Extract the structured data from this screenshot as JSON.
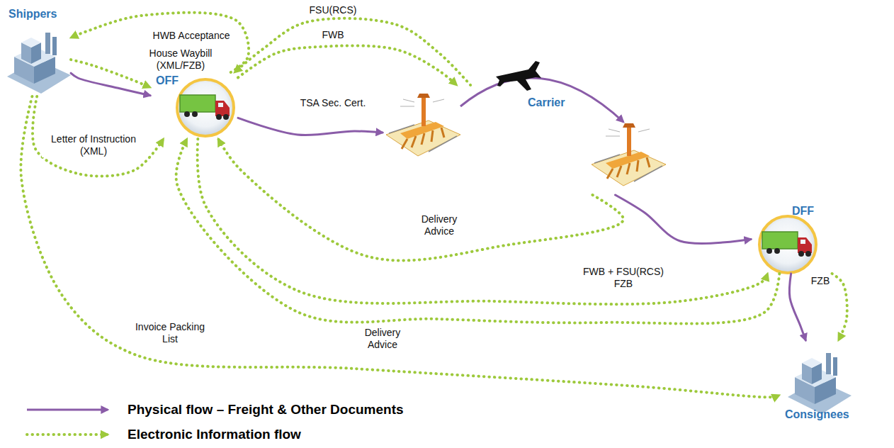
{
  "diagram": {
    "nodes": [
      {
        "text": [
          "Shippers"
        ]
      },
      {
        "text": [
          "OFF"
        ]
      },
      {
        "text": [
          "Carrier"
        ]
      },
      {
        "text": [
          "DFF"
        ]
      },
      {
        "text": [
          "Consignees"
        ]
      }
    ],
    "edges": [
      {
        "from": 0,
        "to": 1,
        "arrow": "to"
      },
      {
        "from": 1,
        "to": 2,
        "arrow": "to",
        "label": "TSA Sec. Cert."
      },
      {
        "from": 2,
        "to": 3,
        "arrow": "to"
      },
      {
        "from": 3,
        "to": 4,
        "arrow": "to"
      },
      {
        "from": 1,
        "to": 0,
        "arrow": "to",
        "label": "HWB Acceptance"
      },
      {
        "from": 0,
        "to": 1,
        "arrow": "to",
        "label": "House Waybill (XML/FZB)"
      },
      {
        "from": 2,
        "to": 1,
        "arrow": "to",
        "label": "FSU(RCS)"
      },
      {
        "from": 1,
        "to": 2,
        "arrow": "to",
        "label": "FWB"
      },
      {
        "from": 0,
        "to": 1,
        "arrow": "to",
        "label": "Letter of Instruction (XML)"
      },
      {
        "from": 2,
        "to": 1,
        "arrow": "to",
        "label": "Delivery Advice"
      },
      {
        "from": 1,
        "to": 3,
        "arrow": "to",
        "label": "FWB + FSU(RCS) FZB"
      },
      {
        "from": 3,
        "to": 1,
        "arrow": "to",
        "label": "Delivery Advice"
      },
      {
        "from": 3,
        "to": 4,
        "arrow": "to",
        "label": "FZB"
      },
      {
        "from": 0,
        "to": 4,
        "arrow": "to",
        "label": "Invoice Packing List"
      }
    ],
    "legend": [
      {
        "text": "Physical flow – Freight & Other Documents"
      },
      {
        "text": "Electronic Information flow"
      }
    ]
  }
}
